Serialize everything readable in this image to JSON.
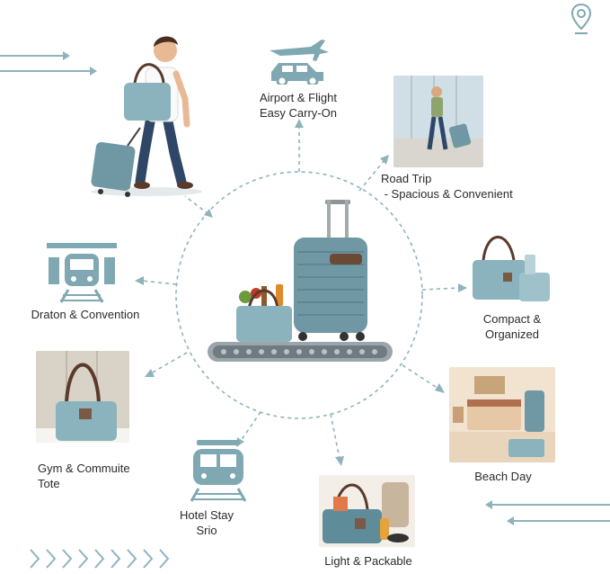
{
  "colors": {
    "accent": "#7fa8b3",
    "accent_dark": "#5f8c99",
    "dashed": "#8fb3bd",
    "strap": "#5a3a2a",
    "belt": "#7d8a90"
  },
  "labels": {
    "airport": "Airport & Flight\nEasy Carry-On",
    "road_trip": "Road Trip\n - Spacious & Convenient",
    "compact": "Compact &\nOrganized",
    "beach": "Beach Day",
    "light": "Light & Packable",
    "hotel": "Hotel Stay\nSrio",
    "gym": "Gym & Commuite\nTote",
    "draton": "Draton & Convention"
  },
  "icons": {
    "location": "location-pin-icon",
    "airport": "plane-and-car-icon",
    "train_left": "train-station-icon",
    "train_bottom": "train-icon",
    "chevrons": "chevron-right-icon"
  }
}
